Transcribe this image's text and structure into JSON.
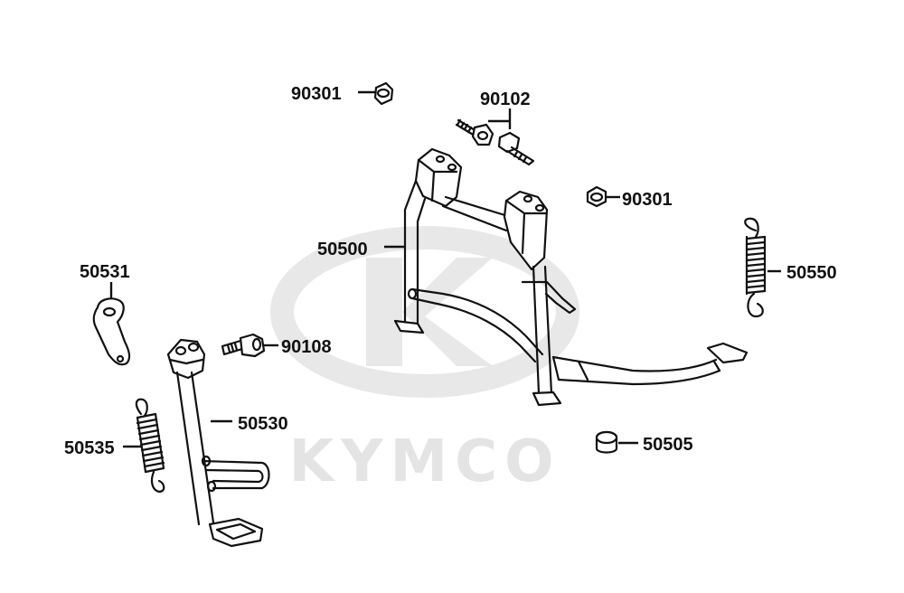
{
  "watermark": {
    "brand_text": "KYMCO",
    "color": "#e4e4e4"
  },
  "parts": [
    {
      "id": "90301-top",
      "number": "90301",
      "icon": "flange-nut-icon"
    },
    {
      "id": "90102",
      "number": "90102",
      "icon": "bolt-pair-icon"
    },
    {
      "id": "90301-right",
      "number": "90301",
      "icon": "flange-nut-icon"
    },
    {
      "id": "50500",
      "number": "50500",
      "icon": "main-stand-icon"
    },
    {
      "id": "50550",
      "number": "50550",
      "icon": "tension-spring-icon"
    },
    {
      "id": "50531",
      "number": "50531",
      "icon": "bracket-plate-icon"
    },
    {
      "id": "90108",
      "number": "90108",
      "icon": "pivot-bolt-icon"
    },
    {
      "id": "50530",
      "number": "50530",
      "icon": "side-stand-icon"
    },
    {
      "id": "50535",
      "number": "50535",
      "icon": "tension-spring-icon"
    },
    {
      "id": "50505",
      "number": "50505",
      "icon": "rubber-stopper-icon"
    }
  ],
  "colors": {
    "line": "#111111",
    "background": "#ffffff"
  }
}
